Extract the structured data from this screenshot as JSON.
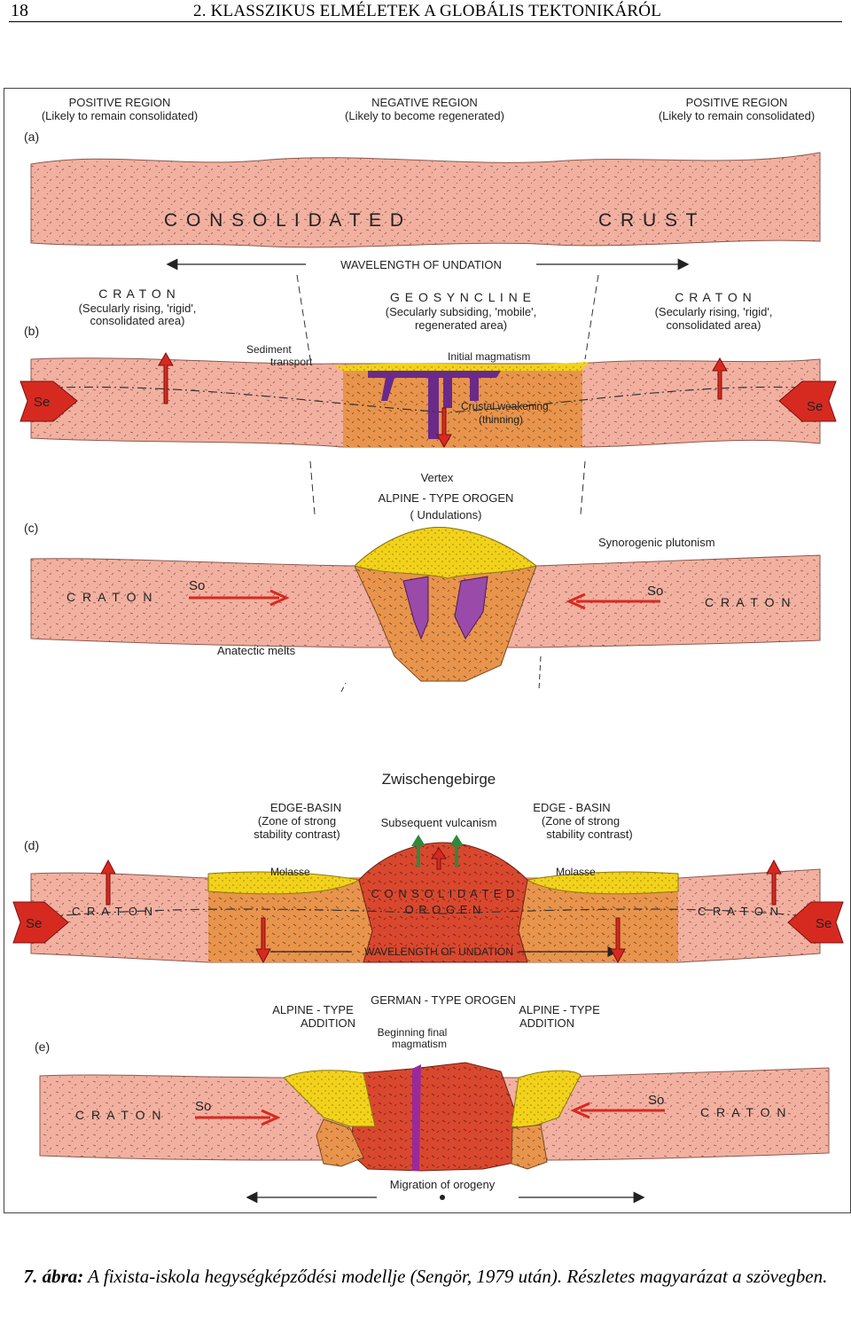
{
  "header": {
    "page_number": "18",
    "running_title": "2. KLASSZIKUS ELMÉLETEK A GLOBÁLIS TEKTONIKÁRÓL"
  },
  "figure": {
    "a": {
      "panel": "(a)",
      "pos_left_1": "POSITIVE REGION",
      "pos_left_2": "(Likely to remain consolidated)",
      "neg_1": "NEGATIVE REGION",
      "neg_2": "(Likely to become regenerated)",
      "pos_right_1": "POSITIVE REGION",
      "pos_right_2": "(Likely to remain consolidated)",
      "crust_1": "C O N S O L I D A T E D",
      "crust_2": "C R U S T",
      "wavelength": "WAVELENGTH OF UNDATION"
    },
    "b": {
      "panel": "(b)",
      "craton_l": "C R A T O N",
      "craton_l_2": "(Secularly rising, 'rigid',",
      "craton_l_3": "consolidated area)",
      "geo_1": "G E O S Y N C L I N E",
      "geo_2": "(Secularly subsiding, 'mobile',",
      "geo_3": "regenerated    area)",
      "craton_r": "C R A T O N",
      "craton_r_2": "(Secularly rising, 'rigid',",
      "craton_r_3": "consolidated area)",
      "sediment_1": "Sediment",
      "sediment_2": "transport",
      "magmatism": "Initial  magmatism",
      "weakening_1": "Crustal  weakening",
      "weakening_2": "(thinning)",
      "se_left": "Se",
      "se_right": "Se"
    },
    "c": {
      "panel": "(c)",
      "vertex": "Vertex",
      "orogen": "ALPINE - TYPE  OROGEN",
      "undulations": "( Undulations)",
      "plutonism": "Synorogenic  plutonism",
      "craton_l": "C R A T O N",
      "craton_r": "C R A T O N",
      "so_left": "So",
      "so_right": "So",
      "anatectic": "Anatectic  melts"
    },
    "d": {
      "panel": "(d)",
      "zwischen": "Zwischengebirge",
      "edge_l_1": "EDGE-BASIN",
      "edge_l_2": "(Zone  of  strong",
      "edge_l_3": "stability contrast)",
      "subsequent": "Subsequent  vulcanism",
      "edge_r_1": "EDGE - BASIN",
      "edge_r_2": "(Zone  of  strong",
      "edge_r_3": "stability contrast)",
      "molasse_l": "Molasse",
      "molasse_r": "Molasse",
      "craton_l": "C R A T O N",
      "craton_r": "C R A T O N",
      "consolidated_1": "C O N S O L I D A T E D",
      "consolidated_2": "O R O G E N",
      "wavelength": "WAVELENGTH  OF  UNDATION",
      "se_left": "Se",
      "se_right": "Se"
    },
    "e": {
      "panel": "(e)",
      "german": "GERMAN - TYPE  OROGEN",
      "alpine_l_1": "ALPINE - TYPE",
      "alpine_l_2": "ADDITION",
      "alpine_r_1": "ALPINE - TYPE",
      "alpine_r_2": "ADDITION",
      "beginning_1": "Beginning  final",
      "beginning_2": "magmatism",
      "craton_l": "C R A T O N",
      "craton_r": "C R A T O N",
      "so_left": "So",
      "so_right": "So",
      "migration": "Migration  of  orogeny"
    }
  },
  "caption": {
    "label": "7. ábra:",
    "text": " A fixista-iskola hegységképződési modellje (Sengör, 1979 után). Részletes magyarázat a szövegben."
  },
  "colors": {
    "craton_pink": "#F2B0A0",
    "geosyncline_orange": "#E8944C",
    "sediment_yellow": "#F2D21A",
    "orogen_red": "#D9482E",
    "magma_purple": "#6A2A8A",
    "arrow_red": "#D62A20",
    "arrow_green": "#2E8A3A"
  }
}
